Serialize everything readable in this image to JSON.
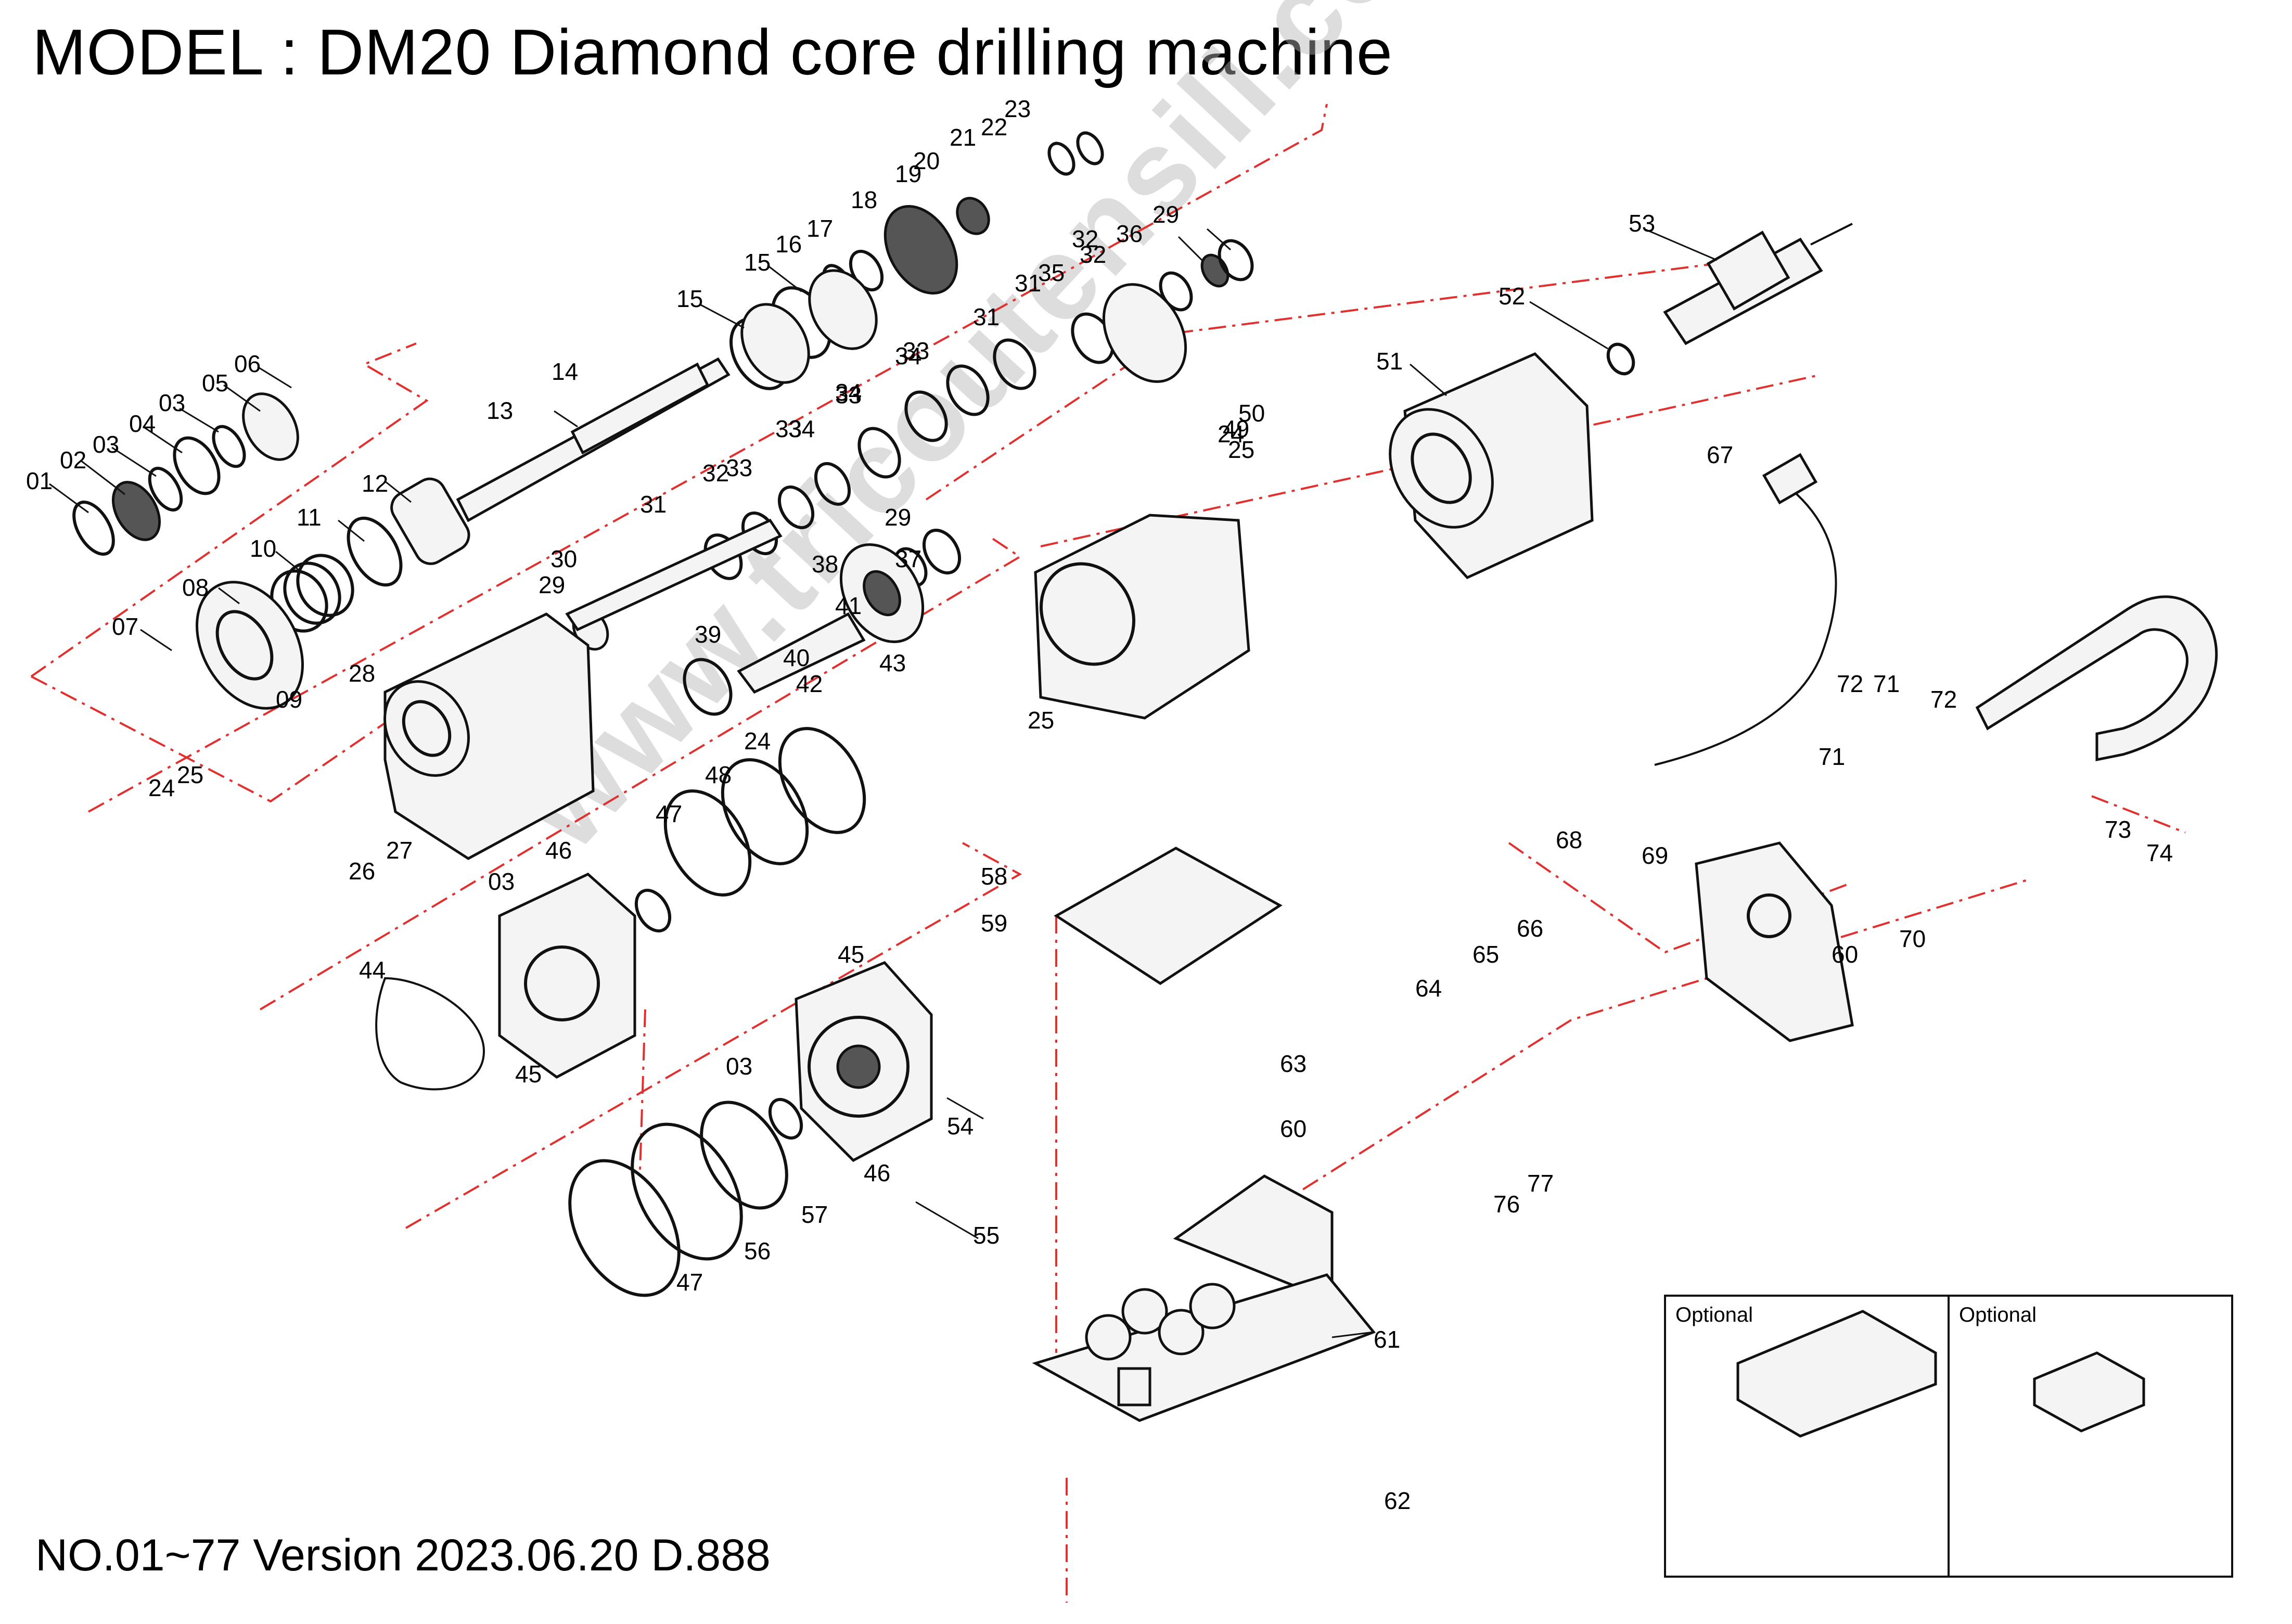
{
  "title": "MODEL : DM20  Diamond core drilling machine",
  "footer": "NO.01~77 Version 2023.06.20 D.888",
  "watermark": "www.tricoutensili.com",
  "optional_left_label": "Optional",
  "optional_right_label": "Optional",
  "part_labels": [
    "01",
    "02",
    "03",
    "04",
    "03",
    "05",
    "06",
    "07",
    "08",
    "09",
    "10",
    "11",
    "12",
    "13",
    "14",
    "15",
    "15",
    "16",
    "17",
    "18",
    "19",
    "20",
    "21",
    "22",
    "23",
    "24",
    "25",
    "26",
    "27",
    "28",
    "29",
    "30",
    "31",
    "32",
    "31",
    "32",
    "33",
    "34",
    "33",
    "34",
    "33",
    "34",
    "33",
    "31",
    "35",
    "32",
    "36",
    "29",
    "37",
    "38",
    "39",
    "40",
    "41",
    "29",
    "24",
    "25",
    "42",
    "43",
    "44",
    "03",
    "45",
    "46",
    "47",
    "48",
    "24",
    "25",
    "49",
    "50",
    "51",
    "52",
    "53",
    "54",
    "55",
    "03",
    "45",
    "46",
    "47",
    "56",
    "57",
    "58",
    "59",
    "60",
    "61",
    "62",
    "63",
    "64",
    "65",
    "66",
    "67",
    "68",
    "69",
    "60",
    "70",
    "71",
    "72",
    "71",
    "72",
    "73",
    "74",
    "76",
    "77"
  ],
  "colors": {
    "assembly_line": "#e03030",
    "ink": "#111111",
    "watermark": "#b4b4b4"
  }
}
